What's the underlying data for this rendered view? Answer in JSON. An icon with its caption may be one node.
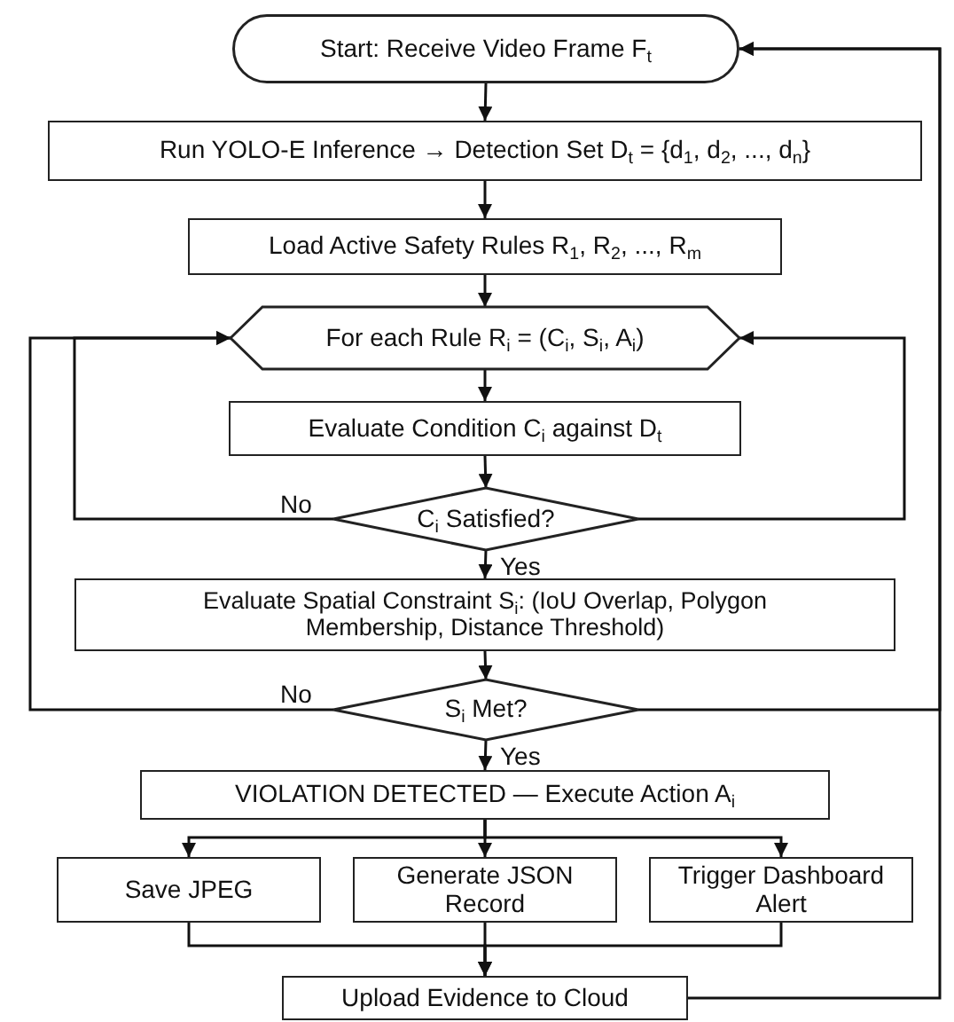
{
  "diagram": {
    "nodes": [
      {
        "text": [
          "Start: Receive Video Frame F$_{t}$"
        ]
      },
      {
        "text": [
          "Run YOLO-E Inference → Detection Set D$_{t}$ = {d$_{1}$, d$_{2}$, ..., d$_{n}$}"
        ]
      },
      {
        "text": [
          "Load Active Safety Rules R$_{1}$, R$_{2}$, ..., R$_{m}$"
        ]
      },
      {
        "text": [
          "For each Rule R$_{i}$ = (C$_{i}$, S$_{i}$, A$_{i}$)"
        ]
      },
      {
        "text": [
          "Evaluate Condition C$_{i}$ against D$_{t}$"
        ]
      },
      {
        "text": [
          "C$_{i}$ Satisfied?"
        ]
      },
      {
        "text": [
          "Evaluate Spatial Constraint S$_{i}$: (IoU Overlap, Polygon Membership, Distance Threshold)"
        ]
      },
      {
        "text": [
          "S$_{i}$ Met?"
        ]
      },
      {
        "text": [
          "VIOLATION DETECTED — Execute Action A$_{i}$"
        ]
      },
      {
        "text": [
          "Save JPEG"
        ]
      },
      {
        "text": [
          "Generate JSON Record"
        ]
      },
      {
        "text": [
          "Trigger Dashboard Alert"
        ]
      },
      {
        "text": [
          "Upload Evidence to Cloud"
        ]
      }
    ],
    "edges": [
      {
        "from": 0,
        "to": 1,
        "arrow": "to"
      },
      {
        "from": 1,
        "to": 2,
        "arrow": "to"
      },
      {
        "from": 2,
        "to": 3,
        "arrow": "to"
      },
      {
        "from": 3,
        "to": 4,
        "arrow": "to"
      },
      {
        "from": 4,
        "to": 5,
        "arrow": "to"
      },
      {
        "from": 5,
        "to": 3,
        "label": "No",
        "arrow": "to"
      },
      {
        "from": 5,
        "to": 6,
        "label": "Yes",
        "arrow": "to"
      },
      {
        "from": 5,
        "to": 3,
        "arrow": "to"
      },
      {
        "from": 6,
        "to": 7,
        "arrow": "to"
      },
      {
        "from": 7,
        "to": 3,
        "label": "No",
        "arrow": "to"
      },
      {
        "from": 7,
        "to": 8,
        "label": "Yes",
        "arrow": "to"
      },
      {
        "from": 7,
        "to": 0,
        "arrow": "to"
      },
      {
        "from": 8,
        "to": 9,
        "arrow": "to"
      },
      {
        "from": 8,
        "to": 10,
        "arrow": "to"
      },
      {
        "from": 8,
        "to": 11,
        "arrow": "to"
      },
      {
        "from": 9,
        "to": 12,
        "arrow": "to"
      },
      {
        "from": 10,
        "to": 12,
        "arrow": "to"
      },
      {
        "from": 11,
        "to": 12,
        "arrow": "to"
      },
      {
        "from": 12,
        "to": 0,
        "arrow": "to"
      }
    ]
  }
}
